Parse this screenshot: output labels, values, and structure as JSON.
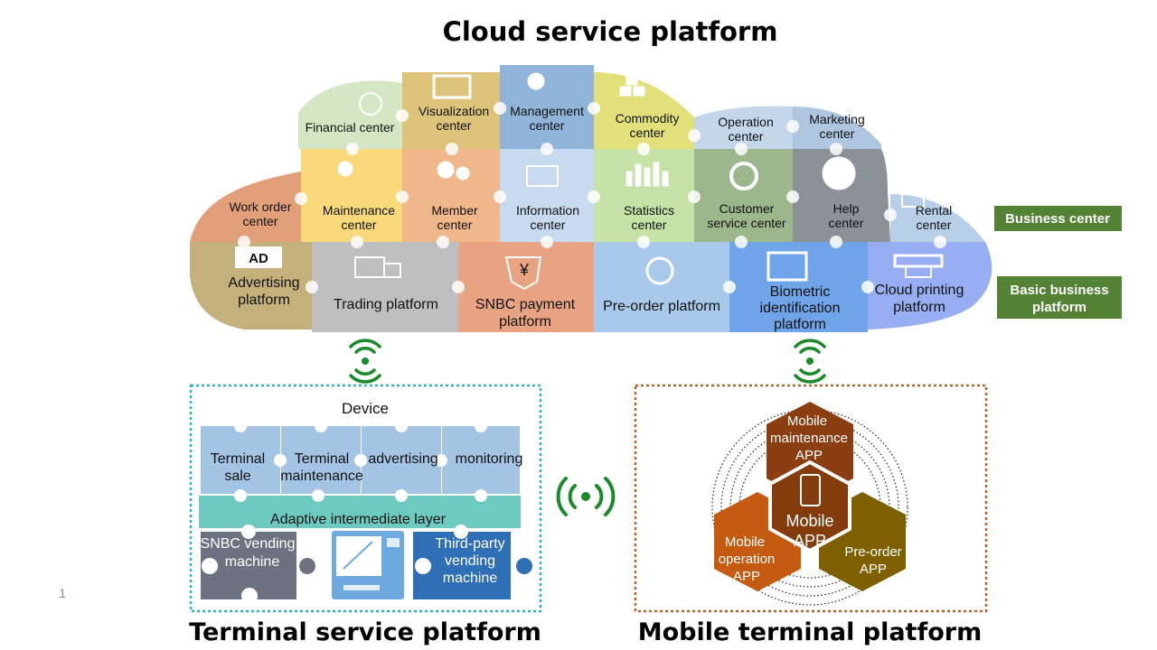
{
  "cloud": {
    "title": "Cloud service platform",
    "business_label": "Business center",
    "basic_label_1": "Basic business",
    "basic_label_2": "platform",
    "top_row": [
      {
        "l1": "Financial center",
        "l2": ""
      },
      {
        "l1": "Visualization",
        "l2": "center"
      },
      {
        "l1": "Management",
        "l2": "center"
      },
      {
        "l1": "Commodity",
        "l2": "center"
      },
      {
        "l1": "Operation",
        "l2": "center"
      },
      {
        "l1": "Marketing",
        "l2": "center"
      }
    ],
    "middle_row": [
      {
        "l1": "Work order",
        "l2": "center"
      },
      {
        "l1": "Maintenance",
        "l2": "center"
      },
      {
        "l1": "Member",
        "l2": "center"
      },
      {
        "l1": "Information",
        "l2": "center"
      },
      {
        "l1": "Statistics",
        "l2": "center"
      },
      {
        "l1": "Customer",
        "l2": "service center"
      },
      {
        "l1": "Help",
        "l2": "center"
      },
      {
        "l1": "Rental",
        "l2": "center"
      }
    ],
    "bottom_row": [
      {
        "l1": "Advertising",
        "l2": "platform"
      },
      {
        "l1": "Trading platform",
        "l2": ""
      },
      {
        "l1": "SNBC payment",
        "l2": "platform"
      },
      {
        "l1": "Pre-order platform",
        "l2": ""
      },
      {
        "l1": "Biometric",
        "l2": "identification",
        "l3": "platform"
      },
      {
        "l1": "Cloud printing",
        "l2": "platform"
      }
    ],
    "ad_badge": "AD",
    "yen": "¥"
  },
  "terminal": {
    "title": "Terminal service platform",
    "device_label": "Device",
    "pieces": [
      {
        "l1": "Terminal",
        "l2": "sale"
      },
      {
        "l1": "Terminal",
        "l2": "maintenance"
      },
      {
        "l1": "advertising",
        "l2": ""
      },
      {
        "l1": "monitoring",
        "l2": ""
      }
    ],
    "adaptive_layer": "Adaptive intermediate layer",
    "snbc_machine": {
      "l1": "SNBC vending",
      "l2": "machine"
    },
    "third_party": {
      "l1": "Third-party",
      "l2": "vending",
      "l3": "machine"
    }
  },
  "mobile": {
    "title": "Mobile terminal platform",
    "maintenance_app": {
      "l1": "Mobile",
      "l2": "maintenance",
      "l3": "APP"
    },
    "operation_app": {
      "l1": "Mobile",
      "l2": "operation",
      "l3": "APP"
    },
    "preorder_app": {
      "l1": "Pre-order",
      "l2": "APP"
    },
    "center_app": {
      "l1": "Mobile",
      "l2": "APP"
    }
  },
  "page_number": "1",
  "colors": {
    "business_green": "#548235",
    "dashed_teal": "#2bb3c7",
    "dashed_brown": "#b5652a",
    "wifi_green": "#1a8a2a"
  }
}
